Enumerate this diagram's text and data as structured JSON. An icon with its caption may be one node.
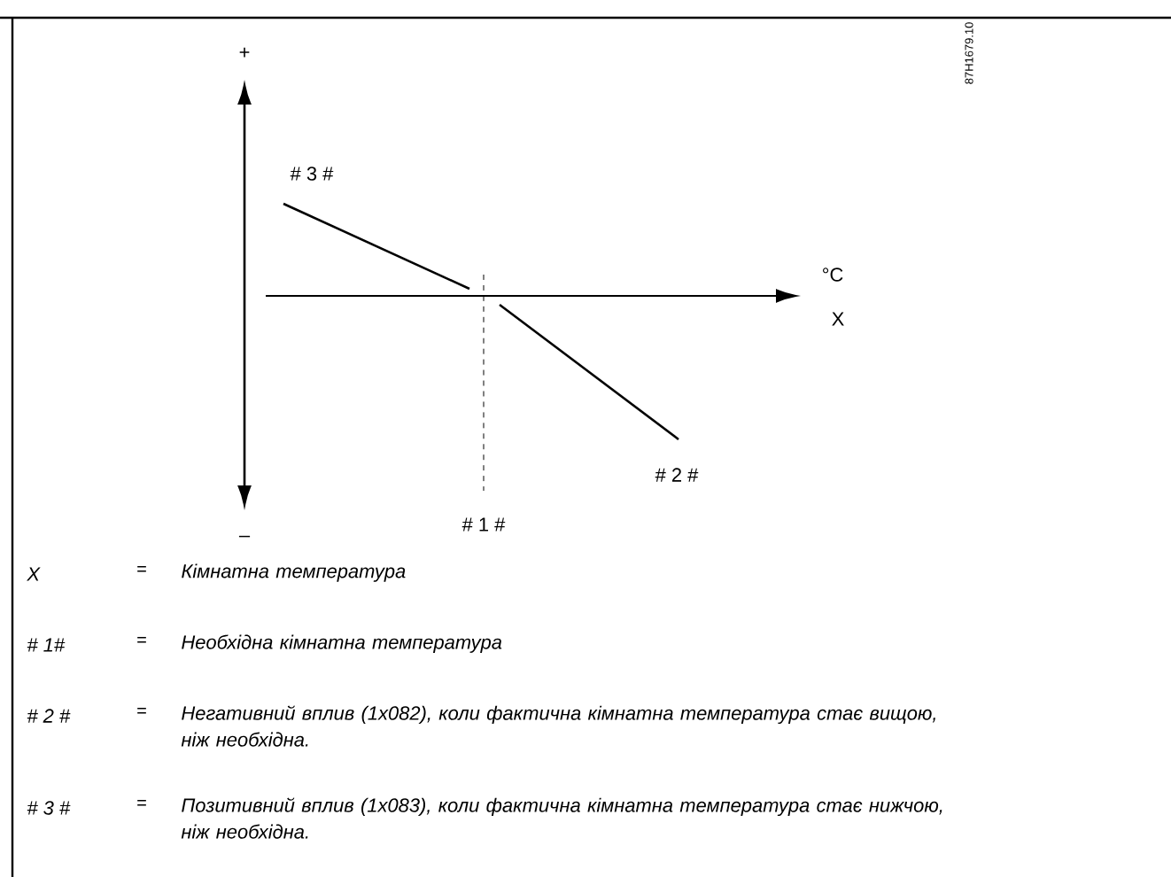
{
  "diagram": {
    "labels": [
      "+",
      "87H1679.10",
      "# 3 #",
      "°C",
      "X",
      "# 2 #",
      "# 1 #",
      "–",
      "X",
      "=",
      "Кімнатна температура",
      "# 1#",
      "=",
      "Необхідна кімнатна температура",
      "# 2 #",
      "=",
      "Негативний вплив (1x082), коли фактична кімнатна температура стає вищою, ніж необхідна.",
      "# 3 #",
      "=",
      "Позитивний вплив (1x083), коли фактична кімнатна температура стає нижчою, ніж необхідна."
    ]
  }
}
